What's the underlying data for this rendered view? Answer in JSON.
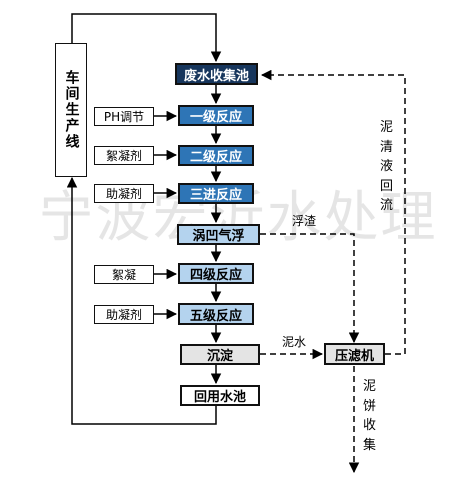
{
  "watermark": "宁波宏沂水处理",
  "workshop": "车间生产线",
  "stages": {
    "collection": "废水收集池",
    "stage1": "一级反应",
    "stage2": "二级反应",
    "stage3": "三进反应",
    "flotation": "涡凹气浮",
    "stage4": "四级反应",
    "stage5": "五级反应",
    "settling": "沉淀",
    "reuse": "回用水池",
    "press": "压滤机"
  },
  "inputs": {
    "ph": "PH调节",
    "flocculant1": "絮凝剂",
    "coagulant1": "助凝剂",
    "flocculant2": "絮凝",
    "coagulant2": "助凝剂"
  },
  "labels": {
    "scum": "浮渣",
    "sludge_water": "泥水",
    "supernatant_return": "泥清液回流",
    "sludge_cake": "泥饼收集"
  }
}
